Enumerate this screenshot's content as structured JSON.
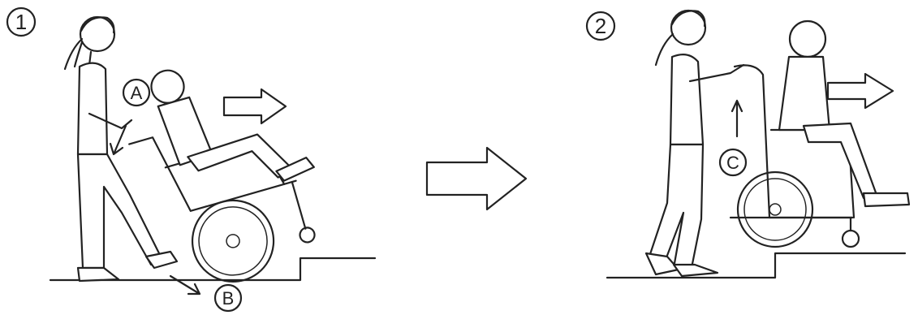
{
  "steps": [
    {
      "number": "1",
      "push_label": "A",
      "tip_label": "B"
    },
    {
      "number": "2",
      "lift_label": "C"
    }
  ],
  "colors": {
    "line": "#222222",
    "background": "#ffffff"
  }
}
